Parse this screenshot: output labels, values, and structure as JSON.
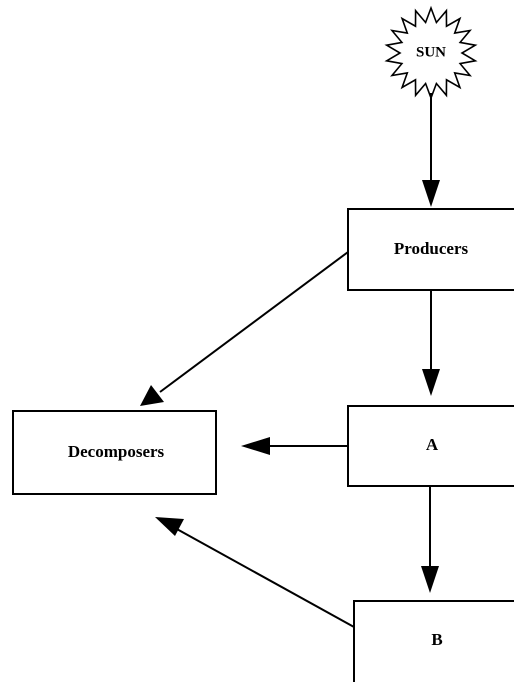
{
  "diagram": {
    "sun": {
      "label": "SUN"
    },
    "nodes": {
      "producers": {
        "label": "Producers"
      },
      "decomposers": {
        "label": "Decomposers"
      },
      "a": {
        "label": "A"
      },
      "b": {
        "label": "B"
      }
    },
    "edges": [
      {
        "from": "sun",
        "to": "producers"
      },
      {
        "from": "producers",
        "to": "decomposers"
      },
      {
        "from": "producers",
        "to": "a"
      },
      {
        "from": "a",
        "to": "decomposers"
      },
      {
        "from": "a",
        "to": "b"
      },
      {
        "from": "b",
        "to": "decomposers"
      }
    ]
  }
}
